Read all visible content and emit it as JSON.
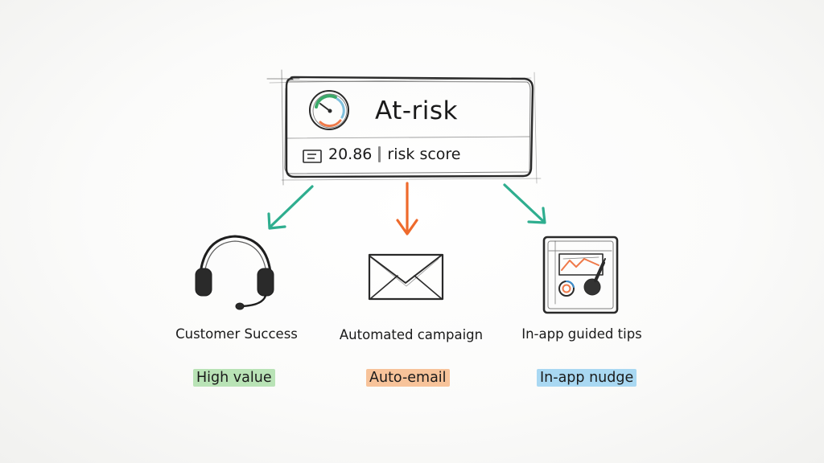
{
  "status": {
    "title": "At-risk",
    "score_value": "20.86",
    "score_text": "risk score"
  },
  "branches": [
    {
      "label": "Customer Success",
      "tag": "High value",
      "tag_color": "#b9e3b6",
      "arrow_color": "#2fae8f",
      "icon": "headset-icon"
    },
    {
      "label": "Automated campaign",
      "tag": "Auto-email",
      "tag_color": "#f7c39a",
      "arrow_color": "#ee6a2c",
      "icon": "envelope-icon"
    },
    {
      "label": "In-app guided tips",
      "tag": "In-app nudge",
      "tag_color": "#a9d8f2",
      "arrow_color": "#2fae8f",
      "icon": "app-window-icon"
    }
  ]
}
